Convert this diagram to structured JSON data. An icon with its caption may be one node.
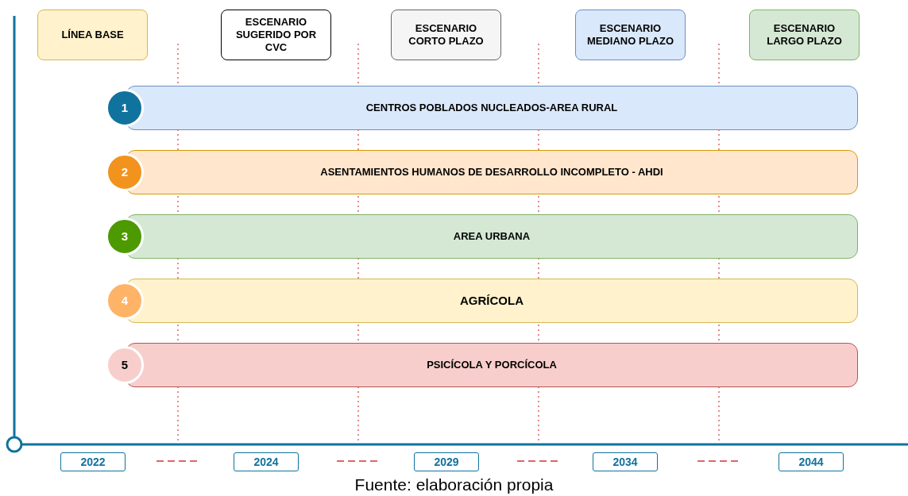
{
  "diagram": {
    "caption": "Fuente: elaboración propia",
    "nodes": [
      {
        "text": [
          "LÍNEA BASE"
        ]
      },
      {
        "text": [
          "ESCENARIO SUGERIDO POR CVC"
        ]
      },
      {
        "text": [
          "ESCENARIO CORTO PLAZO"
        ]
      },
      {
        "text": [
          "ESCENARIO MEDIANO PLAZO"
        ]
      },
      {
        "text": [
          "ESCENARIO LARGO PLAZO"
        ]
      },
      {
        "text": [
          "CENTROS POBLADOS NUCLEADOS-AREA RURAL"
        ]
      },
      {
        "text": [
          "1"
        ]
      },
      {
        "text": [
          "ASENTAMIENTOS HUMANOS DE DESARROLLO INCOMPLETO - AHDI"
        ]
      },
      {
        "text": [
          "2"
        ]
      },
      {
        "text": [
          "AREA URBANA"
        ]
      },
      {
        "text": [
          "3"
        ]
      },
      {
        "text": [
          "AGRÍCOLA"
        ]
      },
      {
        "text": [
          "4"
        ]
      },
      {
        "text": [
          "PSICÍCOLA Y PORCÍCOLA"
        ]
      },
      {
        "text": [
          "5"
        ]
      },
      {
        "text": [
          "2022"
        ]
      },
      {
        "text": [
          "2024"
        ]
      },
      {
        "text": [
          "2029"
        ]
      },
      {
        "text": [
          "2034"
        ]
      },
      {
        "text": [
          "2044"
        ]
      }
    ],
    "edges": []
  }
}
